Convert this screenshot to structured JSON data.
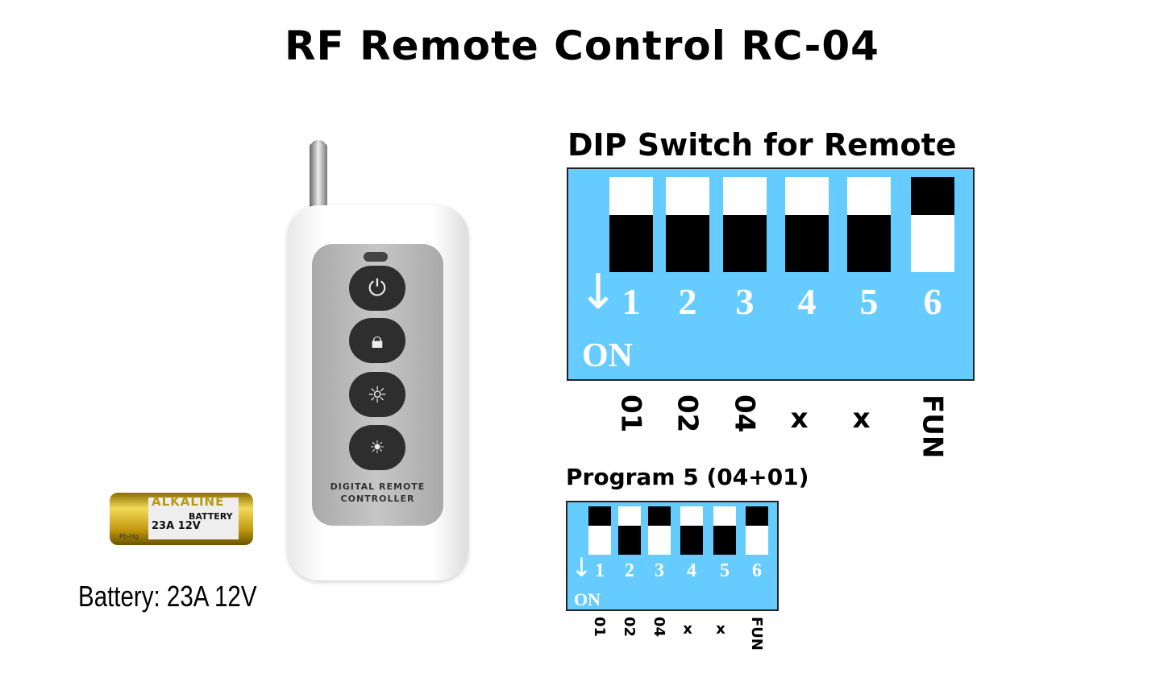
{
  "title": "RF Remote Control RC-04",
  "remote": {
    "brand_line1": "DIGITAL REMOTE",
    "brand_line2": "CONTROLLER",
    "buttons": [
      "power-icon",
      "lock-icon",
      "brightness-up-icon",
      "brightness-down-icon"
    ]
  },
  "battery": {
    "brand": "ALKALINE",
    "type": "BATTERY",
    "model": "23A 12V",
    "mark": "Pb-Hg",
    "caption": "Battery: 23A 12V"
  },
  "dip_main": {
    "heading": "DIP Switch for Remote",
    "numbers": [
      "1",
      "2",
      "3",
      "4",
      "5",
      "6"
    ],
    "on_label": "ON",
    "switch_on": [
      true,
      true,
      true,
      true,
      true,
      false
    ],
    "labels": [
      "01",
      "02",
      "04",
      "x",
      "x",
      "FUN"
    ]
  },
  "dip_program": {
    "heading": "Program 5 (04+01)",
    "numbers": [
      "1",
      "2",
      "3",
      "4",
      "5",
      "6"
    ],
    "on_label": "ON",
    "switch_on": [
      false,
      true,
      false,
      true,
      true,
      false
    ],
    "labels": [
      "01",
      "02",
      "04",
      "x",
      "x",
      "FUN"
    ]
  },
  "colors": {
    "dip_bg": "#66ccff",
    "battery_gold": "#c49a10"
  }
}
